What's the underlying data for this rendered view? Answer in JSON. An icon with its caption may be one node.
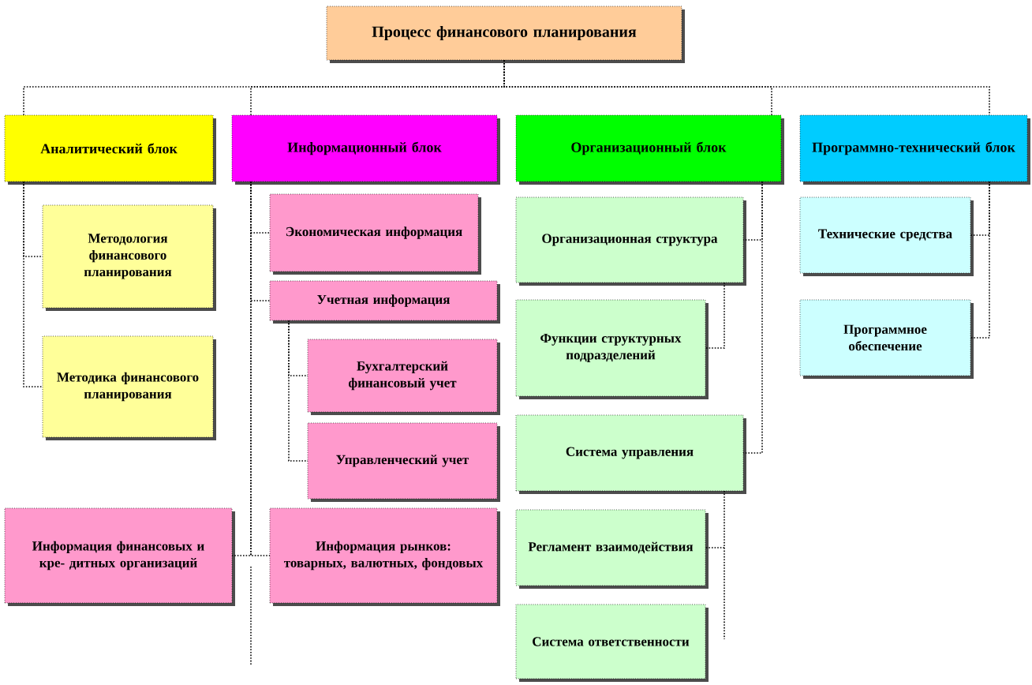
{
  "diagram": {
    "nodes": [
      {
        "text": [
          "Процесс финансового планирования"
        ]
      },
      {
        "text": [
          "Аналитический блок"
        ]
      },
      {
        "text": [
          "Информационный блок"
        ]
      },
      {
        "text": [
          "Организационный блок"
        ]
      },
      {
        "text": [
          "Программно-технический блок"
        ]
      },
      {
        "text": [
          "Методология финансового планирования"
        ]
      },
      {
        "text": [
          "Методика финансового планирования"
        ]
      },
      {
        "text": [
          "Информация финансовых и кре- дитных организаций"
        ]
      },
      {
        "text": [
          "Экономическая информация"
        ]
      },
      {
        "text": [
          "Учетная информация"
        ]
      },
      {
        "text": [
          "Бухгалтерский финансовый учет"
        ]
      },
      {
        "text": [
          "Управленческий учет"
        ]
      },
      {
        "text": [
          "Информация рынков: товарных, валютных, фондовых"
        ]
      },
      {
        "text": [
          "Организационная структура"
        ]
      },
      {
        "text": [
          "Функции структурных подразделений"
        ]
      },
      {
        "text": [
          "Система управления"
        ]
      },
      {
        "text": [
          "Регламент взаимодействия"
        ]
      },
      {
        "text": [
          "Система ответственности"
        ]
      },
      {
        "text": [
          "Технические средства"
        ]
      },
      {
        "text": [
          "Программное обеспечение"
        ]
      }
    ],
    "edges": [
      {
        "from": 0,
        "to": 1,
        "arrow": "none"
      },
      {
        "from": 0,
        "to": 2,
        "arrow": "none"
      },
      {
        "from": 0,
        "to": 3,
        "arrow": "none"
      },
      {
        "from": 0,
        "to": 4,
        "arrow": "none"
      },
      {
        "from": 1,
        "to": 5,
        "arrow": "none"
      },
      {
        "from": 1,
        "to": 6,
        "arrow": "none"
      },
      {
        "from": 2,
        "to": 8,
        "arrow": "none"
      },
      {
        "from": 2,
        "to": 9,
        "arrow": "none"
      },
      {
        "from": 9,
        "to": 10,
        "arrow": "none"
      },
      {
        "from": 9,
        "to": 11,
        "arrow": "none"
      },
      {
        "from": 2,
        "to": 12,
        "arrow": "none"
      },
      {
        "from": 2,
        "to": 7,
        "arrow": "none"
      },
      {
        "from": 3,
        "to": 13,
        "arrow": "none"
      },
      {
        "from": 13,
        "to": 14,
        "arrow": "none"
      },
      {
        "from": 3,
        "to": 15,
        "arrow": "none"
      },
      {
        "from": 15,
        "to": 16,
        "arrow": "none"
      },
      {
        "from": 4,
        "to": 18,
        "arrow": "none"
      },
      {
        "from": 4,
        "to": 19,
        "arrow": "none"
      }
    ]
  }
}
